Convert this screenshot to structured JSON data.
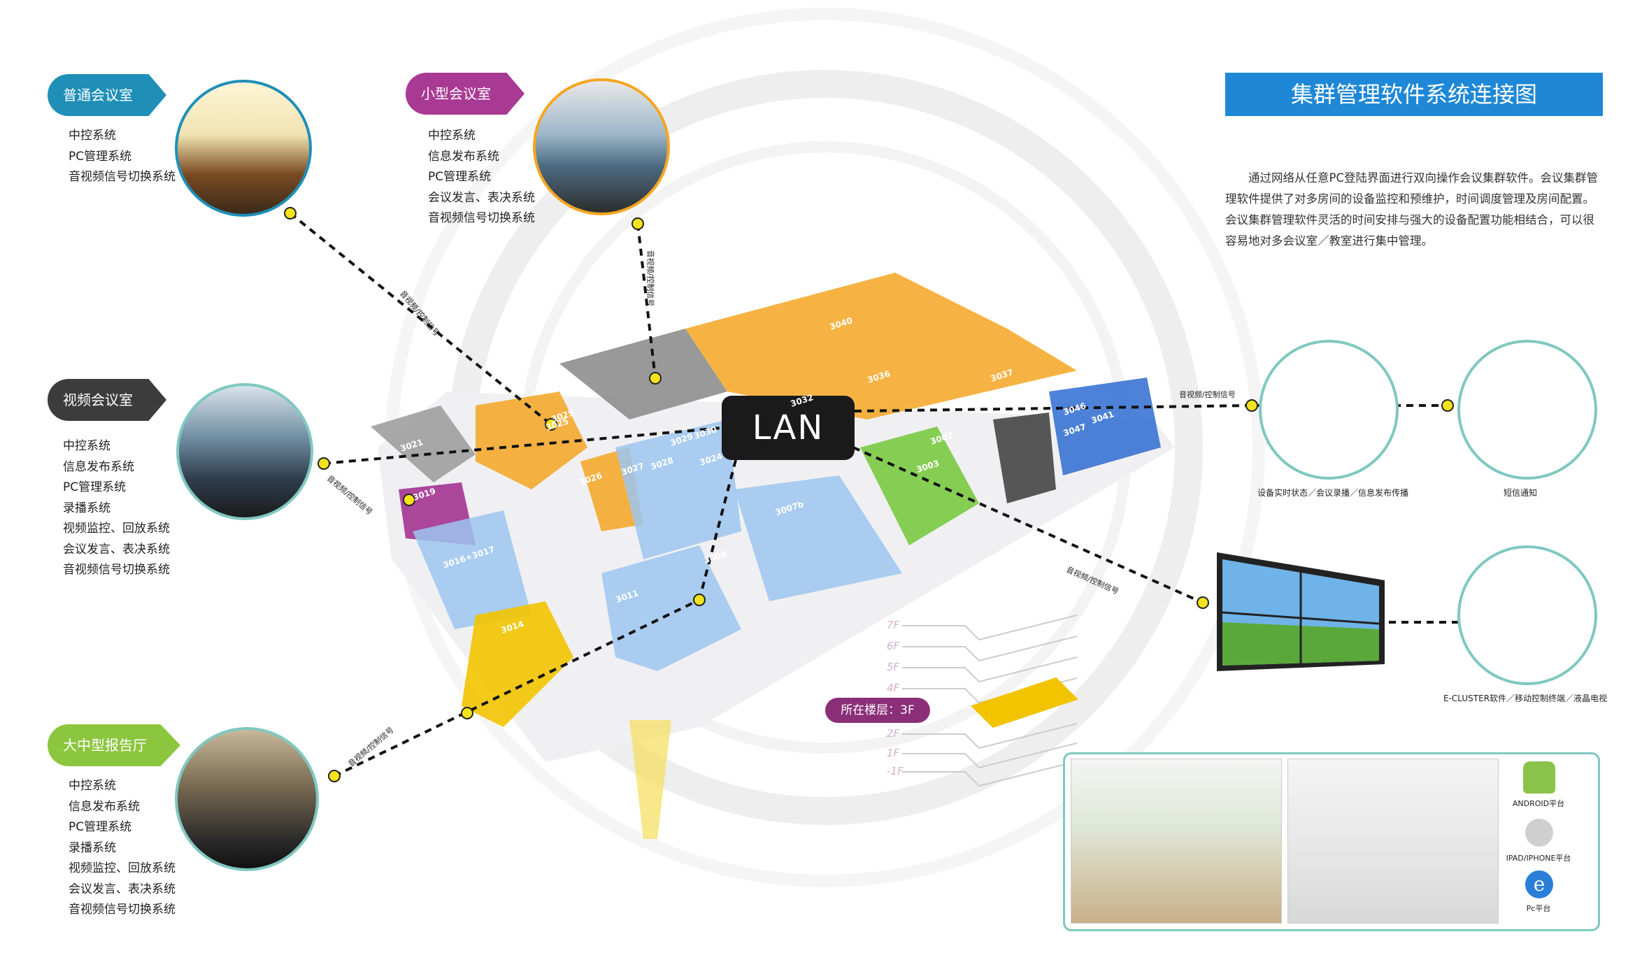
{
  "title": "集群管理软件系统连接图",
  "description": "通过网络从任意PC登陆界面进行双向操作会议集群软件。会议集群管理软件提供了对多房间的设备监控和预维护，时间调度管理及房间配置。会议集群管理软件灵活的时间安排与强大的设备配置功能相结合，可以很容易地对多会议室／教室进行集中管理。",
  "hub_label": "LAN",
  "rooms": [
    {
      "label": "普通会议室",
      "color": "#1f8fb8",
      "features": [
        "中控系统",
        "PC管理系统",
        "音视频信号切换系统"
      ]
    },
    {
      "label": "小型会议室",
      "color": "#a83a93",
      "features": [
        "中控系统",
        "信息发布系统",
        "PC管理系统",
        "会议发言、表决系统",
        "音视频信号切换系统"
      ]
    },
    {
      "label": "视频会议室",
      "color": "#3c3c3c",
      "features": [
        "中控系统",
        "信息发布系统",
        "PC管理系统",
        "录播系统",
        "视频监控、回放系统",
        "会议发言、表决系统",
        "音视频信号切换系统"
      ]
    },
    {
      "label": "大中型报告厅",
      "color": "#8cc63f",
      "features": [
        "中控系统",
        "信息发布系统",
        "PC管理系统",
        "录播系统",
        "视频监控、回放系统",
        "会议发言、表决系统",
        "音视频信号切换系统"
      ]
    }
  ],
  "link_labels": {
    "room1": "音视频/控制信号",
    "room2": "音视频/控制信号",
    "room3": "音视频/控制信号",
    "room4": "音视频/控制信号",
    "pc": "音视频/控制信号",
    "wall": "音视频/控制信号"
  },
  "devices": {
    "pc_caption": "设备实时状态／会议录播／信息发布传播",
    "phone_caption": "短信通知",
    "tablet_caption": "E-CLUSTER软件／移动控制终端／液晶电视"
  },
  "floor_plan": {
    "rooms": [
      "3021",
      "3025",
      "3026",
      "3027",
      "3028",
      "3029",
      "3030",
      "3032",
      "3036",
      "3037",
      "3040",
      "3041",
      "3046",
      "3047",
      "3002",
      "3003",
      "3007b",
      "3008",
      "3011",
      "3014",
      "3016+3017",
      "3019",
      "3024",
      "3025"
    ],
    "floors": [
      "7F",
      "6F",
      "5F",
      "4F",
      "2F",
      "1F",
      "-1F"
    ],
    "current_floor": "所在楼层：3F"
  },
  "platforms": [
    "ANDROID平台",
    "IPAD/IPHONE平台",
    "Pc平台"
  ],
  "colors": {
    "accent": "#1e88d6",
    "circle_border": "#7fc8c0",
    "link": "#111111",
    "node": "#f4e21c"
  }
}
